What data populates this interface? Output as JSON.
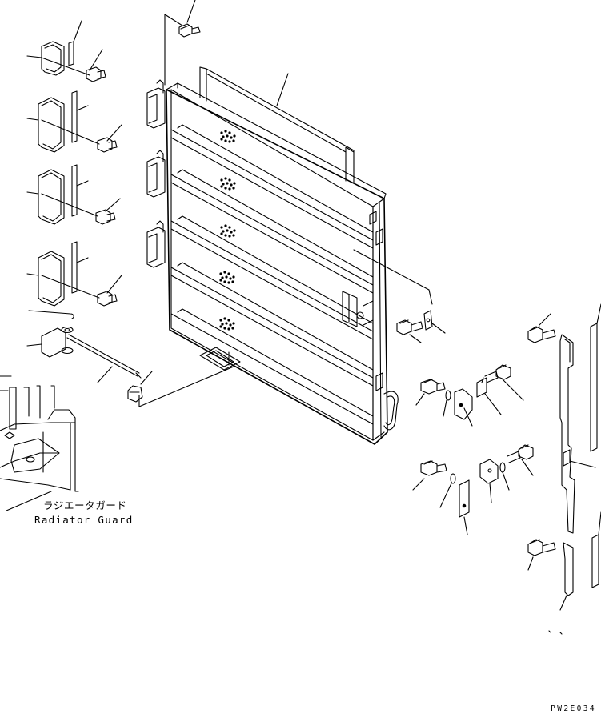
{
  "labels": {
    "radiator_guard_jp": "ラジエータガード",
    "radiator_guard_en": "Radiator Guard"
  },
  "drawing_code": "PW2E034"
}
